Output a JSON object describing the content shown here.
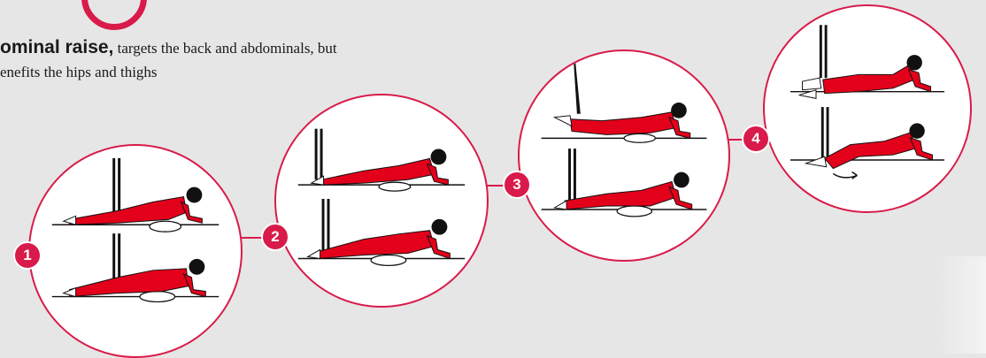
{
  "caption": {
    "lead": "ominal raise,",
    "line1_rest": " targets the back and abdominals, but",
    "line2": "enefits the hips and thighs"
  },
  "steps": [
    {
      "number": "1",
      "figures": 2
    },
    {
      "number": "2",
      "figures": 2
    },
    {
      "number": "3",
      "figures": 2
    },
    {
      "number": "4",
      "figures": 2
    }
  ],
  "colors": {
    "accent": "#d81b4a",
    "suit": "#e3001b",
    "background": "#e6e6e6"
  },
  "icons": {
    "figure": "kneeling-exercise-figure",
    "band": "resistance-band",
    "pad": "exercise-pad",
    "arrow": "motion-arrow"
  }
}
